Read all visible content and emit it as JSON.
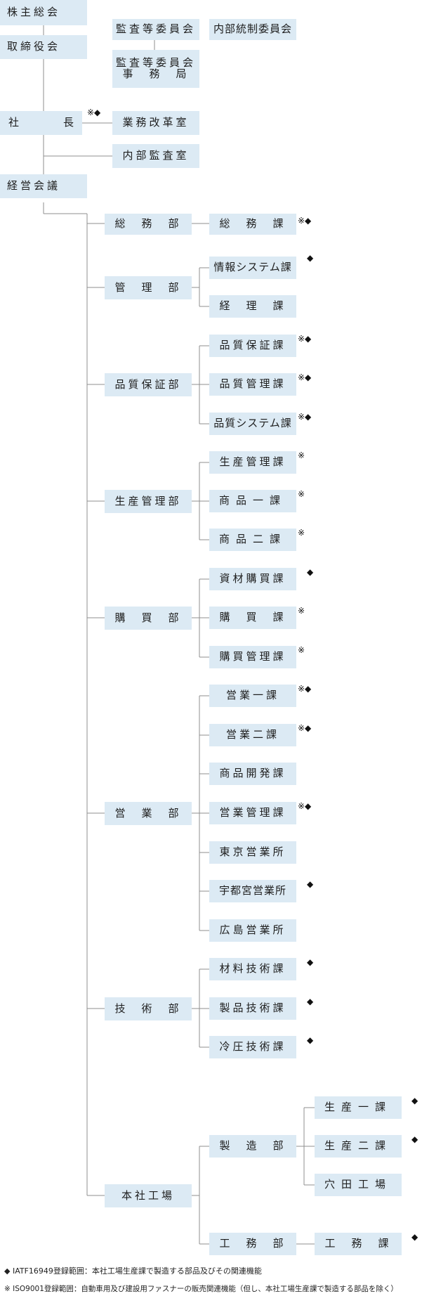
{
  "nodes": {
    "shareholders": "株主総会",
    "board": "取締役会",
    "audit_committee": "監査等委員会",
    "internal_control": "内部統制委員会",
    "audit_office": "監査等委員会\n事　務　局",
    "president_a": "社",
    "president_b": "長",
    "business_reform": "業務改革室",
    "internal_audit": "内部監査室",
    "mgmt_meeting": "経営会議",
    "general_affairs": "総　務　部",
    "general_affairs_sec": "総　務　課",
    "admin_dept": "管　理　部",
    "info_system_sec": "情報システム課",
    "accounting_sec": "経　理　課",
    "qa_dept": "品質保証部",
    "qa_sec": "品質保証課",
    "qc_sec": "品質管理課",
    "qs_sec": "品質システム課",
    "prod_mgmt_dept": "生産管理部",
    "prod_mgmt_sec": "生産管理課",
    "product1_sec": "商品一課",
    "product2_sec": "商品二課",
    "purchasing_dept": "購　買　部",
    "materials_sec": "資材購買課",
    "purchasing_sec": "購　買　課",
    "purchasing_mgmt_sec": "購買管理課",
    "sales_dept": "営　業　部",
    "sales1_sec": "営業一課",
    "sales2_sec": "営業二課",
    "product_dev_sec": "商品開発課",
    "sales_mgmt_sec": "営業管理課",
    "tokyo_office": "東京営業所",
    "utsunomiya_office": "宇都宮営業所",
    "hiroshima_office": "広島営業所",
    "tech_dept": "技　術　部",
    "material_tech_sec": "材料技術課",
    "product_tech_sec": "製品技術課",
    "cold_press_sec": "冷圧技術課",
    "head_factory": "本社工場",
    "mfg_dept": "製　造　部",
    "prod1_sec": "生産一課",
    "prod2_sec": "生産二課",
    "anada_factory": "穴田工場",
    "works_dept": "工　務　部",
    "works_sec": "工　務　課"
  },
  "marks": {
    "both": "※◆",
    "iso": "※",
    "iatf": "◆"
  },
  "legend": {
    "iatf": "◆ IATF16949登録範囲：本社工場生産課で製造する部品及びその関連機能",
    "iso": "※ ISO9001登録範囲：自動車用及び建設用ファスナーの販売関連機能（但し、本社工場生産課で製造する部品を除く）"
  },
  "colors": {
    "box": "#dceaf4",
    "line": "#8f8f8f",
    "text": "#1e1e1e"
  }
}
